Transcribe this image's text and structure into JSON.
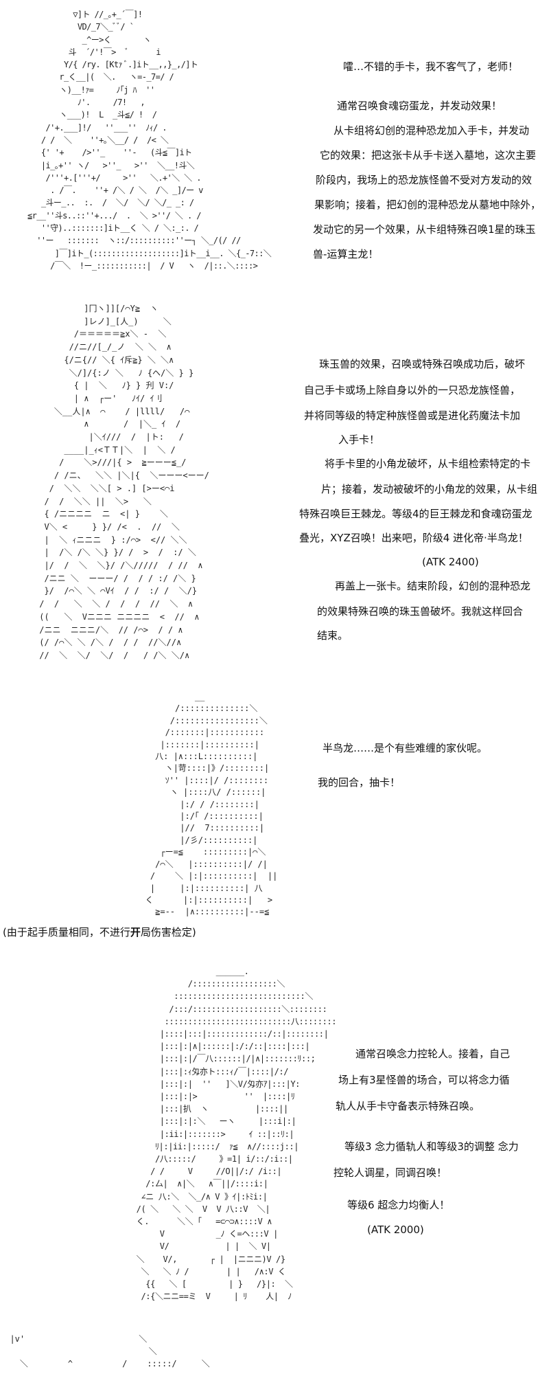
{
  "scene1": {
    "lines": [
      "嚯…不错的手卡，我不客气了，老师！",
      "通常召唤食魂窃蛋龙，并发动效果！",
      "从卡组将幻创的混种恐龙加入手卡，并发动",
      "它的效果：把这张卡从手卡送入墓地，这次主要",
      "阶段内，我场上的恐龙族怪兽不受对方发动的效",
      "果影响；接着，把幻创的混种恐龙从墓地中除外，",
      "发动它的另一个效果，从卡组特殊召唤1星的珠玉",
      "兽-运算主龙！"
    ],
    "art": [
      "          ▽]ト //_｡+_´￣]!",
      "           VD/_7＼_ﾞﾞ/ `",
      "            _^ー>く       ヽ",
      "         斗  ´/'!￣>  ﾞ      i",
      "        Y/{ /ry. [Ktｧ ﾞ.]iト__,,}_,/]ト",
      "       r_く__|(  ＼.   ヽ=-_7=/ /",
      "       ヽ)__!ｧ=     ﾉ｢j ﾊ  ''",
      "           ﾉ'.     /7!   ,",
      "       ヽ___)!  L  _斗≦/ !  /",
      "    /'+.___]!/   ''___''  ﾉｨ/ .",
      "   / /  ＼    ''+｡＼__/ /  /< ＼",
      "   {' '+    />''_    ''-   (斗≦￣]iト",
      "   |i_｡+'' ヽ/   >''_   >''  ＼__!斗＼",
      "    /'''+.['''+/     >''   ＼.+'＼ ＼ .",
      "     . /￣.    ''+ /＼ / ＼  /＼ _]/ー v",
      "   _斗ー_..  :.  /  ＼/  ＼/ ＼/_ _: /",
      "≦r__''斗s..::''+.../  .  ＼ >''/ ＼ . /",
      "   ''守)..:::::::]iト__く ＼ / ＼:_:. /",
      "  ''ー   :::::::  ヽ::/::::::::::''ー┐ ＼_/(/ //",
      "      ]￣]iト_(:::::::::::::::::::]iト__i__. ＼{_-7::＼",
      "     /￣＼  !ー_:::::::::::|  / V   ヽ  /|::.＼::::>"
    ]
  },
  "scene2": {
    "lines": [
      "珠玉兽的效果，召唤或特殊召唤成功后，破坏",
      "自己手卡或场上除自身以外的一只恐龙族怪兽，",
      "并将同等级的特定种族怪兽或是进化药魔法卡加",
      "入手卡！",
      "将手卡里的小角龙破坏，从卡组检索特定的卡",
      "片；接着，发动被破坏的小角龙的效果，从卡组",
      "特殊召唤巨王棘龙。等级4的巨王棘龙和食魂窃蛋龙",
      "叠光，XYZ召唤！出来吧，阶级4 进化帝·半鸟龙！",
      "(ATK 2400)",
      "再盖上一张卡。结束阶段，幻创的混种恐龙",
      "的效果特殊召唤的珠玉兽破坏。我就这样回合",
      "结束。"
    ],
    "art": [
      "          ]冂ヽ]][/⌒Y≧  ヽ",
      "          ]レノ]_[人_)     ＼",
      "        /＝＝＝＝＝≧x＼ -  ＼",
      "       //ニ//[_/_ノ  ＼ ＼  ∧",
      "      {/ニ{// ＼{ ｲ斥≧} ＼ ＼∧",
      "       ＼/]/{:ノ ＼   ﾉ {ヘ/＼ } }",
      "        { |  ＼   ﾉ} } 刋 V:/",
      "        | ∧  ┌ー'   ﾉｲ/ ｲ刂",
      "    ＼__人|∧  ⌒    / |llll/   /⌒",
      "          ∧       /  |＼_ ｲ  /",
      "           |＼ｲ///  /  |ト:   /",
      "      ____|_ｨ<ＴＴ|＼  |  ＼ /",
      "     /    ＼>///|{ >  ≧ーーー≦_/",
      "    / /ニ、  ＼＼ |＼|{  ＼ーーー<ーー/",
      "   /  ＼＼  ＼＼[ > .] [>ー<⌒i",
      "  /  /  ＼＼ ||  ＼>   ＼",
      "  { /ニニニニ  ニ  <| }    ＼",
      "  V＼ <     } }/ /<  .  //  ＼",
      "  |  ＼ ｨニニニ  } :/⌒>  <// ＼＼",
      "  |  /＼ /＼ ＼} }/ /  >  /  :/ ＼",
      "  |/  /  ＼  ＼}/ /＼/////  / //  ∧",
      "  /ニニ ＼  ーーー/ /  / / :/ /＼ }",
      "  }/  /⌒＼ ＼ ⌒Vｲ  / /  :/ /  ＼/}",
      " /  /   ＼  ＼ /  /  /  //  ＼  ∧",
      " ((   ＼  Vニニニ ニニニニ  <  //  ∧",
      " /ニニ  ニニニ/＼  // /⌒>  / / ∧",
      " (/ /⌒＼ ＼ /＼ /  / /  //＼//∧",
      " //  ＼  ＼/  ＼/  /   / /＼ ＼/∧"
    ]
  },
  "scene3": {
    "lines": [
      "半鸟龙……是个有些难缠的家伙呢。",
      "我的回合，抽卡！"
    ],
    "note": {
      "before": "(由于起手质量相同，不进行",
      "bold": "开",
      "after": "局伤害检定)"
    },
    "art": [
      "             __",
      "         /::::::::::::::＼",
      "        /:::::::::::::::::＼",
      "       /:::::::|:::::::::::",
      "      |:::::::|::::::::::|",
      "     八: |∧:::L::::::::::|",
      "       ヽ|苛::::|》/::::::::|",
      "       ｿ'' |::::|/ /::::::::",
      "        ヽ |::::八/ /::::::|",
      "          |:/ / /::::::::|",
      "          |:/｢ /::::::::::|",
      "          |//  7::::::::::|",
      "          |/彡/::::::::::|",
      "      ┌ー=≦    :::::::::|⌒＼",
      "     /⌒＼   |::::::::::|/ /|",
      "    /    ＼ |:|::::::::::|  ||",
      "    |     |:|::::::::::| 八",
      "   く      |:|::::::::::|   >",
      "     ≧=--  |∧::::::::::|--=≦"
    ]
  },
  "scene4": {
    "lines": [
      "通常召唤念力控轮人。接着，自己",
      "场上有3星怪兽的场合，可以将念力循",
      "轨人从手卡守备表示特殊召唤。",
      "等级3 念力循轨人和等级3的调整 念力",
      "控轮人调星，同调召唤！",
      "等级6 超念力均衡人！",
      "(ATK 2000)"
    ],
    "art": [
      "                   ______.",
      "             /::::::::::::::::::＼",
      "          ::::::::::::::::::::::::::::＼",
      "         /:::/:::::::::::::::::::＼::::::::",
      "        :::::::::::::::::::::::::::八::::::::",
      "       |::::|:::|:::::::::::::/::|::::::::|",
      "       |:::|:|∧|::::::|:/:/::|::::|:::|",
      "       |:::|:|/￣八::::::|/|∧|:::::::ﾘ::;",
      "       |:::|:ｨ匁亦ト:::ｨ/￣|::::|/:/",
      "       |:::|:|  ''   ]＼V/匁亦ｱ|:::|Y:",
      "       |:::|:|>          ''  |::::|ﾘ",
      "       |:::|扒  ヽ          |::::||",
      "       |:::|:|:＼   ーヽ     |:::i|:|",
      "       |:ii:|:::::::>     ｲ ::|::ﾘ:|",
      "      ﾘ|:|ii:|:::::/  ｧ≦  ∧//::::j::|",
      "      /八:::::/     》=1| i/::/:i::|",
      "     / /     V     //O||/:/ /i::|",
      "    /:厶|  ∧|＼   ∧￣||/::::i:|",
      "   ∠ニ 八:＼  ＼_/∧ V 》ｲ|:ﾄﾐi:|",
      "  /( ＼   ＼ ＼  V  V 八::V  ＼|",
      "  く.      ＼＼ ｢   =⊂⌒⊃∧::::V ∧",
      "       V           _ﾉ く=ヘ:::V |",
      "       V/            | |  ＼ V|",
      "  ＼    V/,       ┌ |  |ニニニ)V /}",
      "   ＼   ＼ ﾉ /        | |   /∧:V く",
      "    {{   ＼ [         | }   /}|:  ＼",
      "   /:{＼ニニ==ミ  V     | ﾘ    人|  ﾉ"
    ],
    "art_bottom": [
      "  |v'                       ＼",
      "                              ＼",
      "    ＼        ^          /    :::::/     ＼"
    ]
  }
}
